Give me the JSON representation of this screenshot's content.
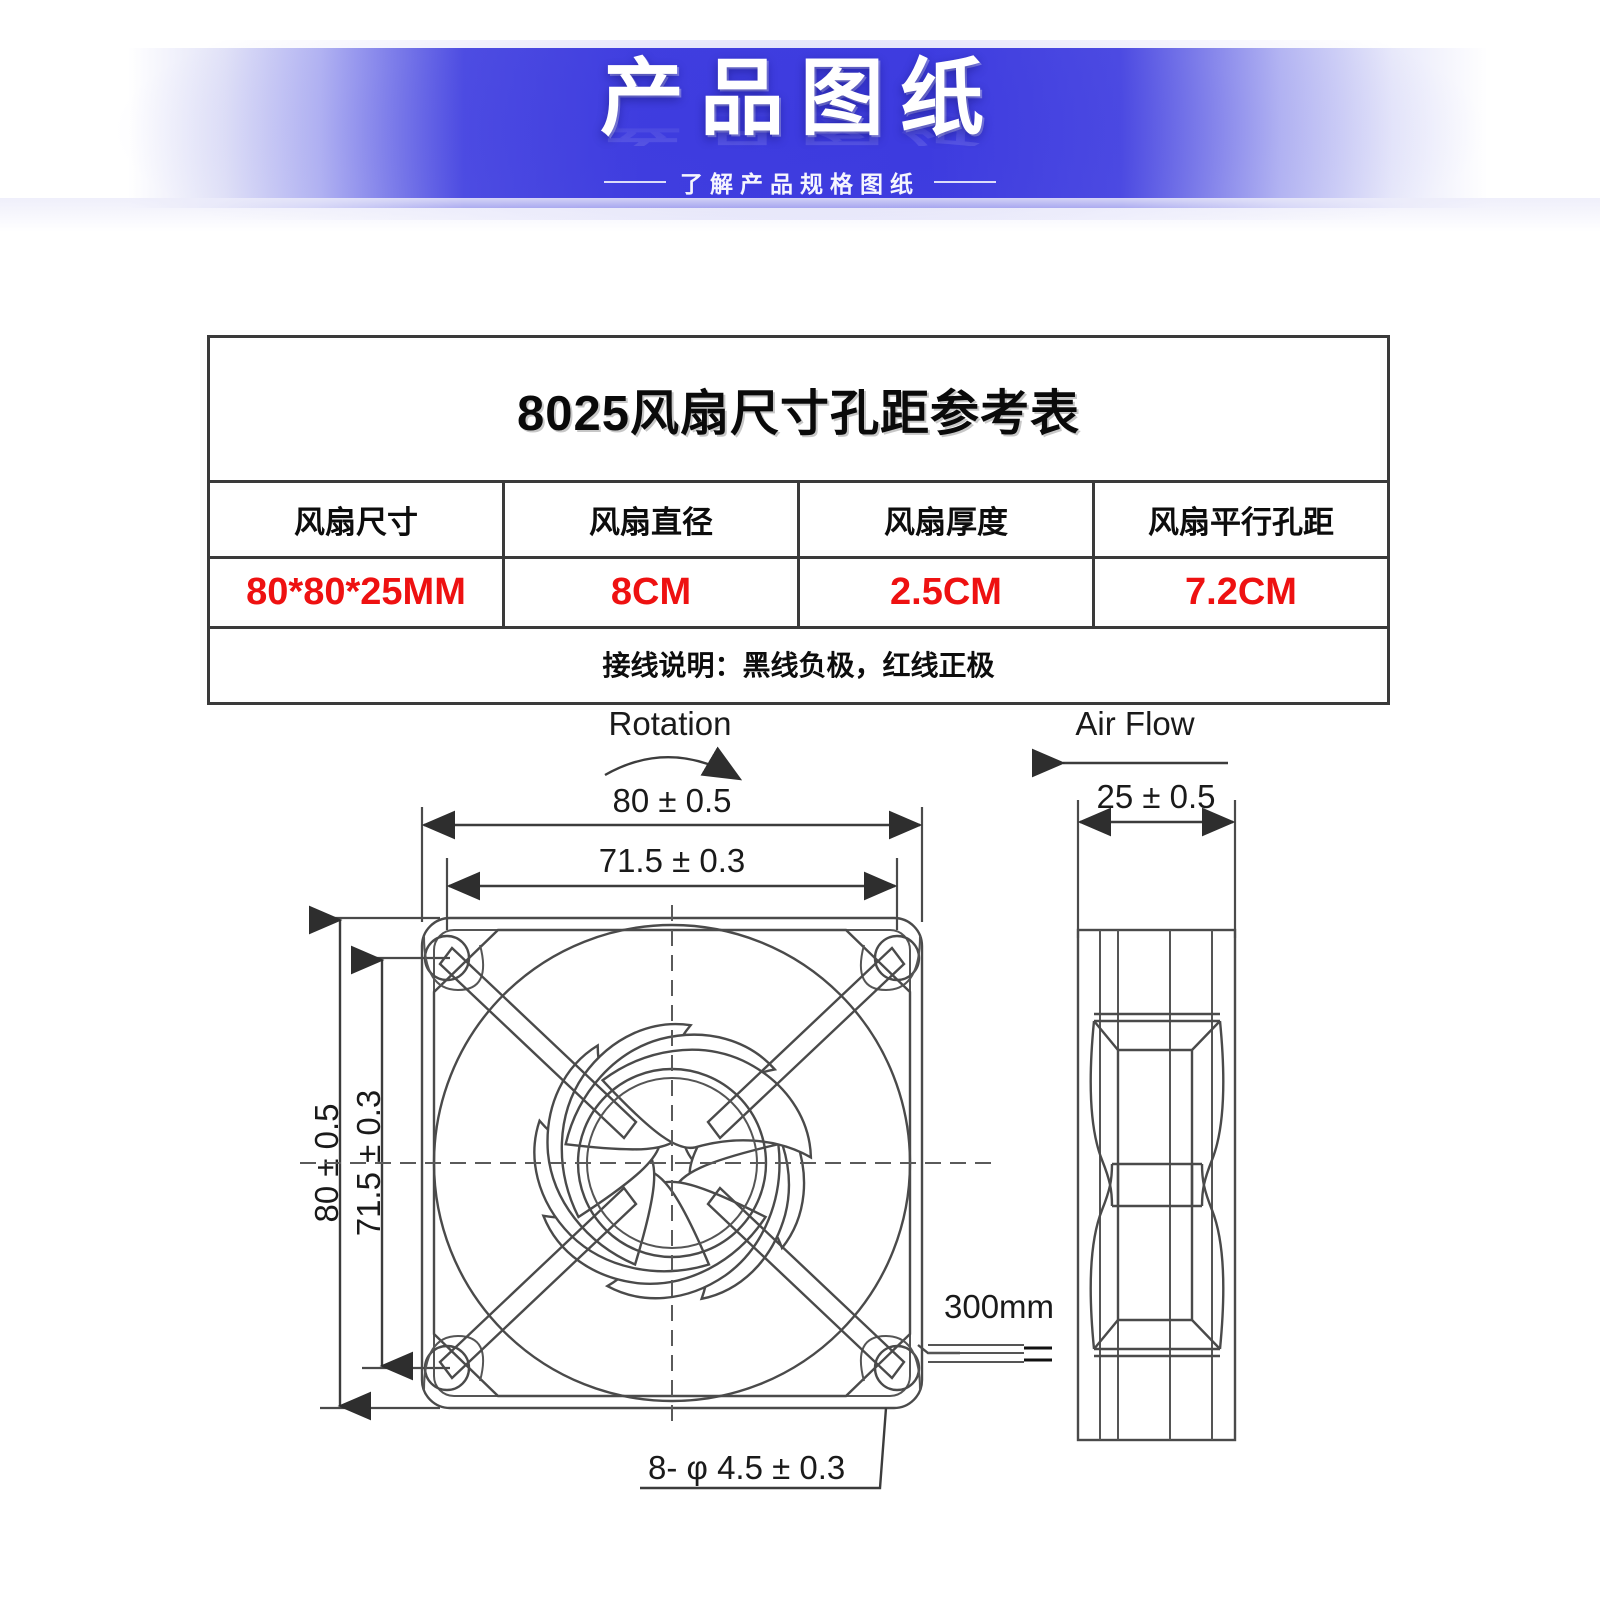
{
  "banner": {
    "title": "产品图纸",
    "subtitle": "了解产品规格图纸",
    "accent_color": "#3a38de",
    "title_color": "#ffffff"
  },
  "spec_table": {
    "title": "8025风扇尺寸孔距参考表",
    "headers": [
      "风扇尺寸",
      "风扇直径",
      "风扇厚度",
      "风扇平行孔距"
    ],
    "values": [
      "80*80*25MM",
      "8CM",
      "2.5CM",
      "7.2CM"
    ],
    "value_color": "#ee1111",
    "note": "接线说明：黑线负极，红线正极",
    "border_color": "#3a3a3a"
  },
  "drawing": {
    "rotation_label": "Rotation",
    "airflow_label": "Air Flow",
    "dim_width_outer": "80 ± 0.5",
    "dim_width_inner": "71.5 ± 0.3",
    "dim_height_outer": "80 ± 0.5",
    "dim_height_inner": "71.5 ± 0.3",
    "dim_thickness": "25 ± 0.5",
    "hole_callout": "8- φ 4.5 ± 0.3",
    "wire_length": "300mm",
    "line_color": "#4a4a4a"
  }
}
